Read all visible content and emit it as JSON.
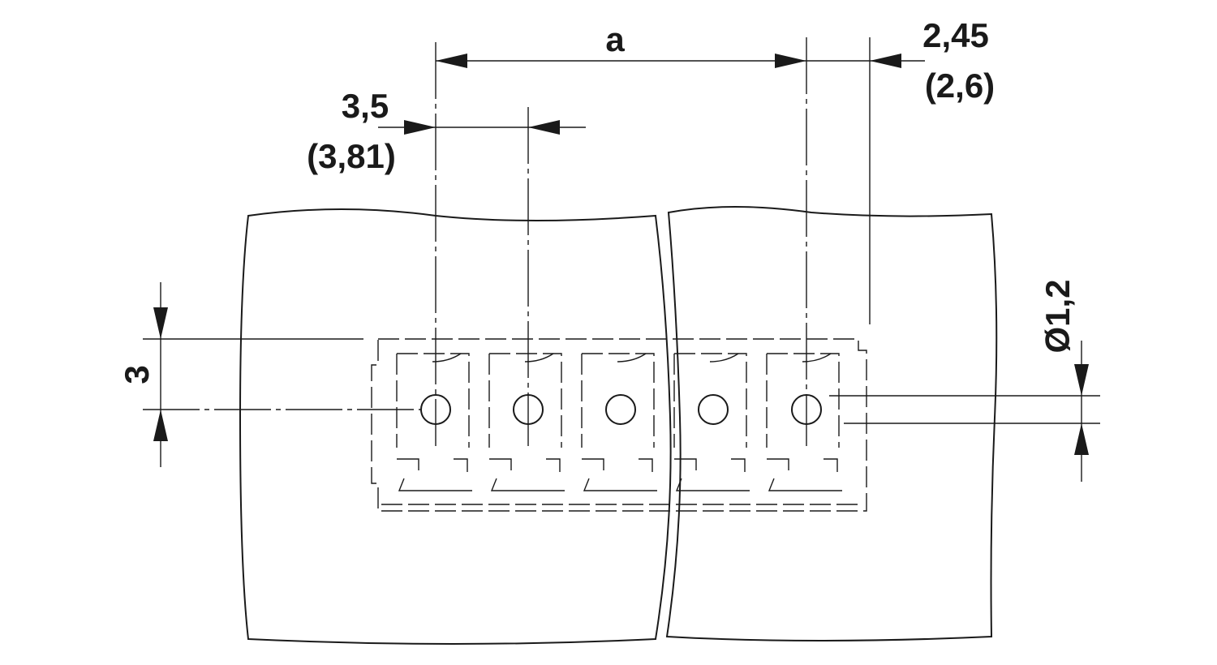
{
  "drawing": {
    "dim_pitch_label": "3,5",
    "dim_pitch_alt_label": "(3,81)",
    "dim_a_label": "a",
    "dim_offset_label": "2,45",
    "dim_offset_alt_label": "(2,6)",
    "dim_row_label": "3",
    "dim_hole_label": "Ø1,2",
    "pin_count": 5,
    "line_color": "#1a1a1a",
    "background_color": "#ffffff"
  }
}
